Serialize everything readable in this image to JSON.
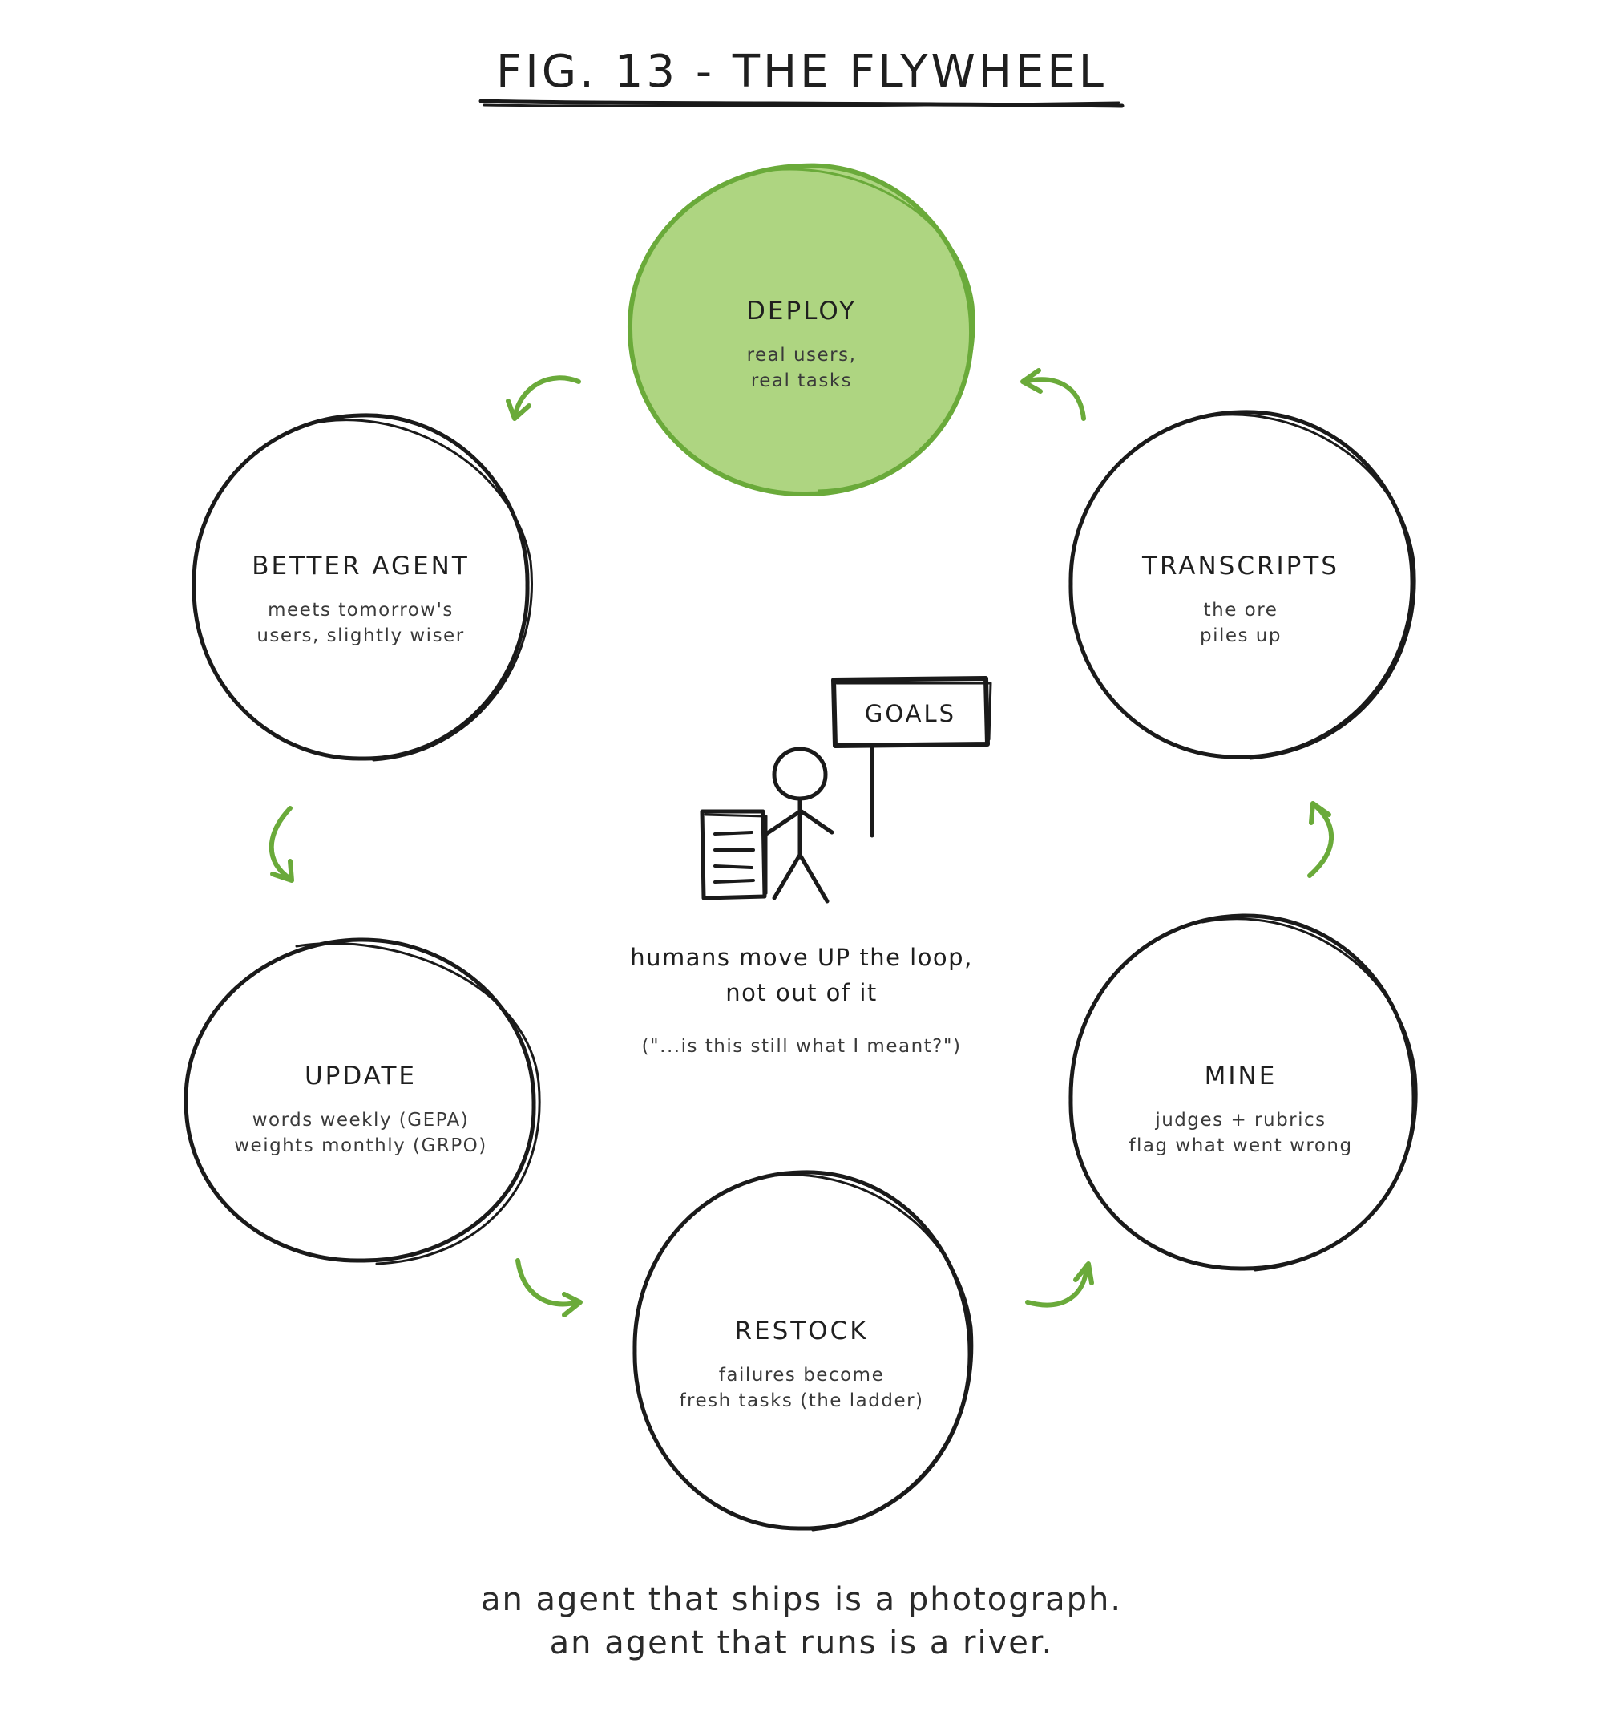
{
  "title": "FIG. 13 - THE FLYWHEEL",
  "colors": {
    "accent_fill": "#aed581",
    "accent_stroke": "#6aaa3a",
    "ink": "#1a1a1a"
  },
  "nodes": [
    {
      "id": "deploy",
      "title": "DEPLOY",
      "lines": [
        "real users,",
        "real tasks"
      ],
      "highlighted": true
    },
    {
      "id": "transcripts",
      "title": "TRANSCRIPTS",
      "lines": [
        "the ore",
        "piles up"
      ],
      "highlighted": false
    },
    {
      "id": "mine",
      "title": "MINE",
      "lines": [
        "judges + rubrics",
        "flag what went wrong"
      ],
      "highlighted": false
    },
    {
      "id": "restock",
      "title": "RESTOCK",
      "lines": [
        "failures become",
        "fresh tasks (the ladder)"
      ],
      "highlighted": false
    },
    {
      "id": "update",
      "title": "UPDATE",
      "lines": [
        "words weekly (GEPA)",
        "weights monthly (GRPO)"
      ],
      "highlighted": false
    },
    {
      "id": "better-agent",
      "title": "BETTER AGENT",
      "lines": [
        "meets tomorrow's",
        "users, slightly wiser"
      ],
      "highlighted": false
    }
  ],
  "edges": [
    {
      "from": "deploy",
      "to": "better-agent"
    },
    {
      "from": "better-agent",
      "to": "update"
    },
    {
      "from": "update",
      "to": "restock"
    },
    {
      "from": "restock",
      "to": "mine"
    },
    {
      "from": "mine",
      "to": "transcripts"
    },
    {
      "from": "transcripts",
      "to": "deploy"
    }
  ],
  "center": {
    "sign_label": "GOALS",
    "line1": "humans move UP the loop,",
    "line2": "not out of it",
    "aside": "(\"...is this still what I meant?\")"
  },
  "caption": {
    "line1": "an agent that ships is a photograph.",
    "line2": "an agent that runs is a river."
  }
}
